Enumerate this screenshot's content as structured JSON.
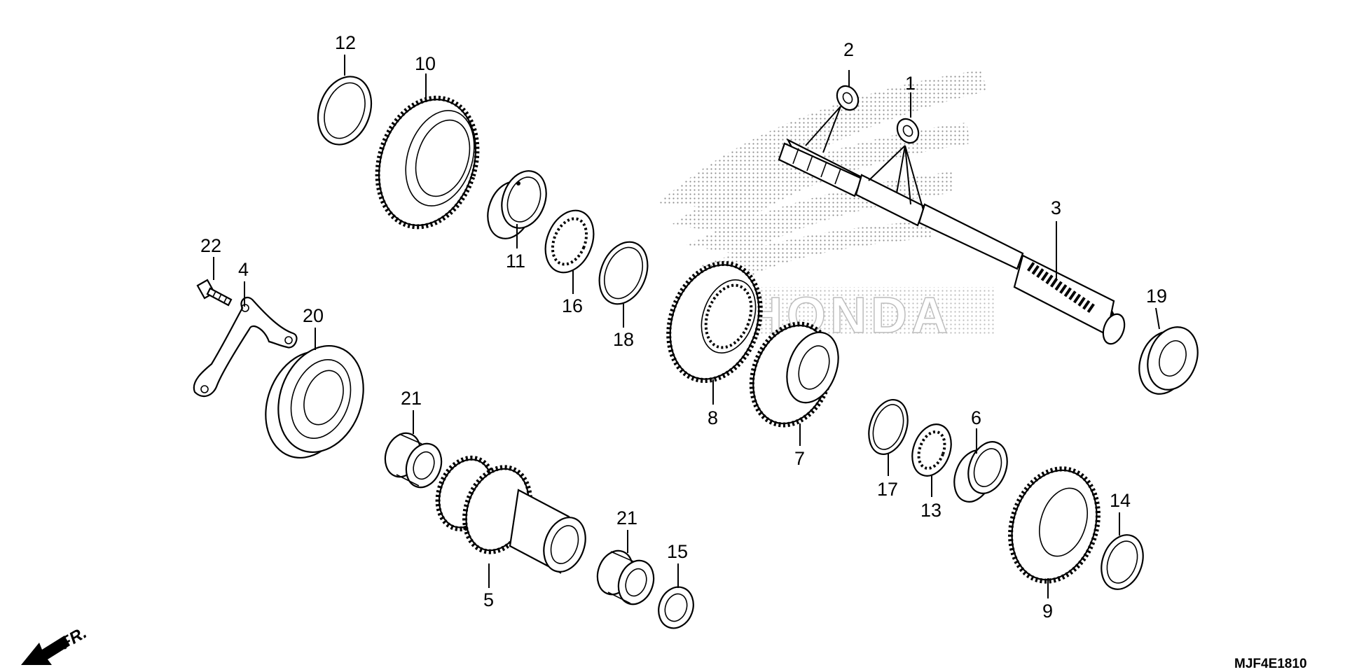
{
  "figure_code": "MJF4E1810",
  "direction_label": "FR.",
  "watermark_text": "HONDA",
  "icons": {
    "direction": "front-arrow-icon",
    "watermark": "honda-wing-logo"
  },
  "callouts": [
    {
      "id": "c1",
      "number": "1"
    },
    {
      "id": "c2",
      "number": "2"
    },
    {
      "id": "c3",
      "number": "3"
    },
    {
      "id": "c4",
      "number": "4"
    },
    {
      "id": "c5",
      "number": "5"
    },
    {
      "id": "c6",
      "number": "6"
    },
    {
      "id": "c7",
      "number": "7"
    },
    {
      "id": "c8",
      "number": "8"
    },
    {
      "id": "c9",
      "number": "9"
    },
    {
      "id": "c10",
      "number": "10"
    },
    {
      "id": "c11",
      "number": "11"
    },
    {
      "id": "c12",
      "number": "12"
    },
    {
      "id": "c13",
      "number": "13"
    },
    {
      "id": "c14",
      "number": "14"
    },
    {
      "id": "c15",
      "number": "15"
    },
    {
      "id": "c16",
      "number": "16"
    },
    {
      "id": "c17",
      "number": "17"
    },
    {
      "id": "c18",
      "number": "18"
    },
    {
      "id": "c19",
      "number": "19"
    },
    {
      "id": "c20",
      "number": "20"
    },
    {
      "id": "c21a",
      "number": "21"
    },
    {
      "id": "c21b",
      "number": "21"
    },
    {
      "id": "c22",
      "number": "22"
    }
  ]
}
